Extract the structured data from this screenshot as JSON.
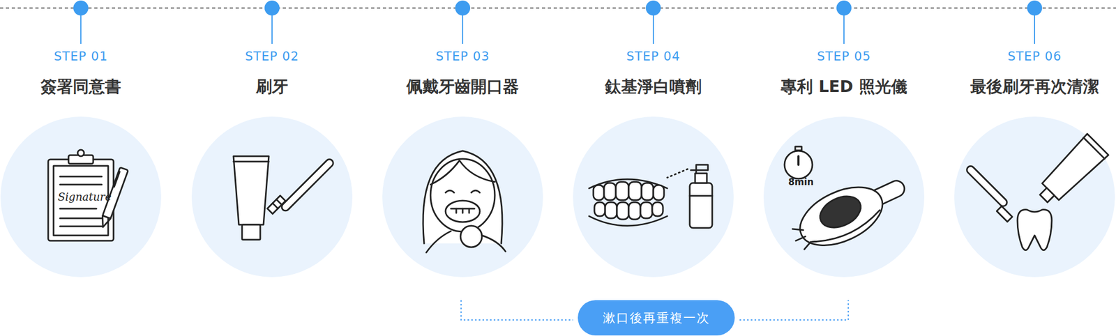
{
  "diagram": {
    "nodes": [
      {
        "text": [
          "STEP 01",
          "簽署同意書"
        ]
      },
      {
        "text": [
          "STEP 02",
          "刷牙"
        ]
      },
      {
        "text": [
          "STEP 03",
          "佩戴牙齒開口器"
        ]
      },
      {
        "text": [
          "STEP 04",
          "鈦基淨白噴劑"
        ]
      },
      {
        "text": [
          "STEP 05",
          "專利 LED 照光儀"
        ]
      },
      {
        "text": [
          "STEP 06",
          "最後刷牙再次清潔"
        ]
      },
      {
        "text": [
          "漱口後再重複一次"
        ]
      }
    ],
    "labels": [
      "Signature",
      "8min"
    ]
  }
}
